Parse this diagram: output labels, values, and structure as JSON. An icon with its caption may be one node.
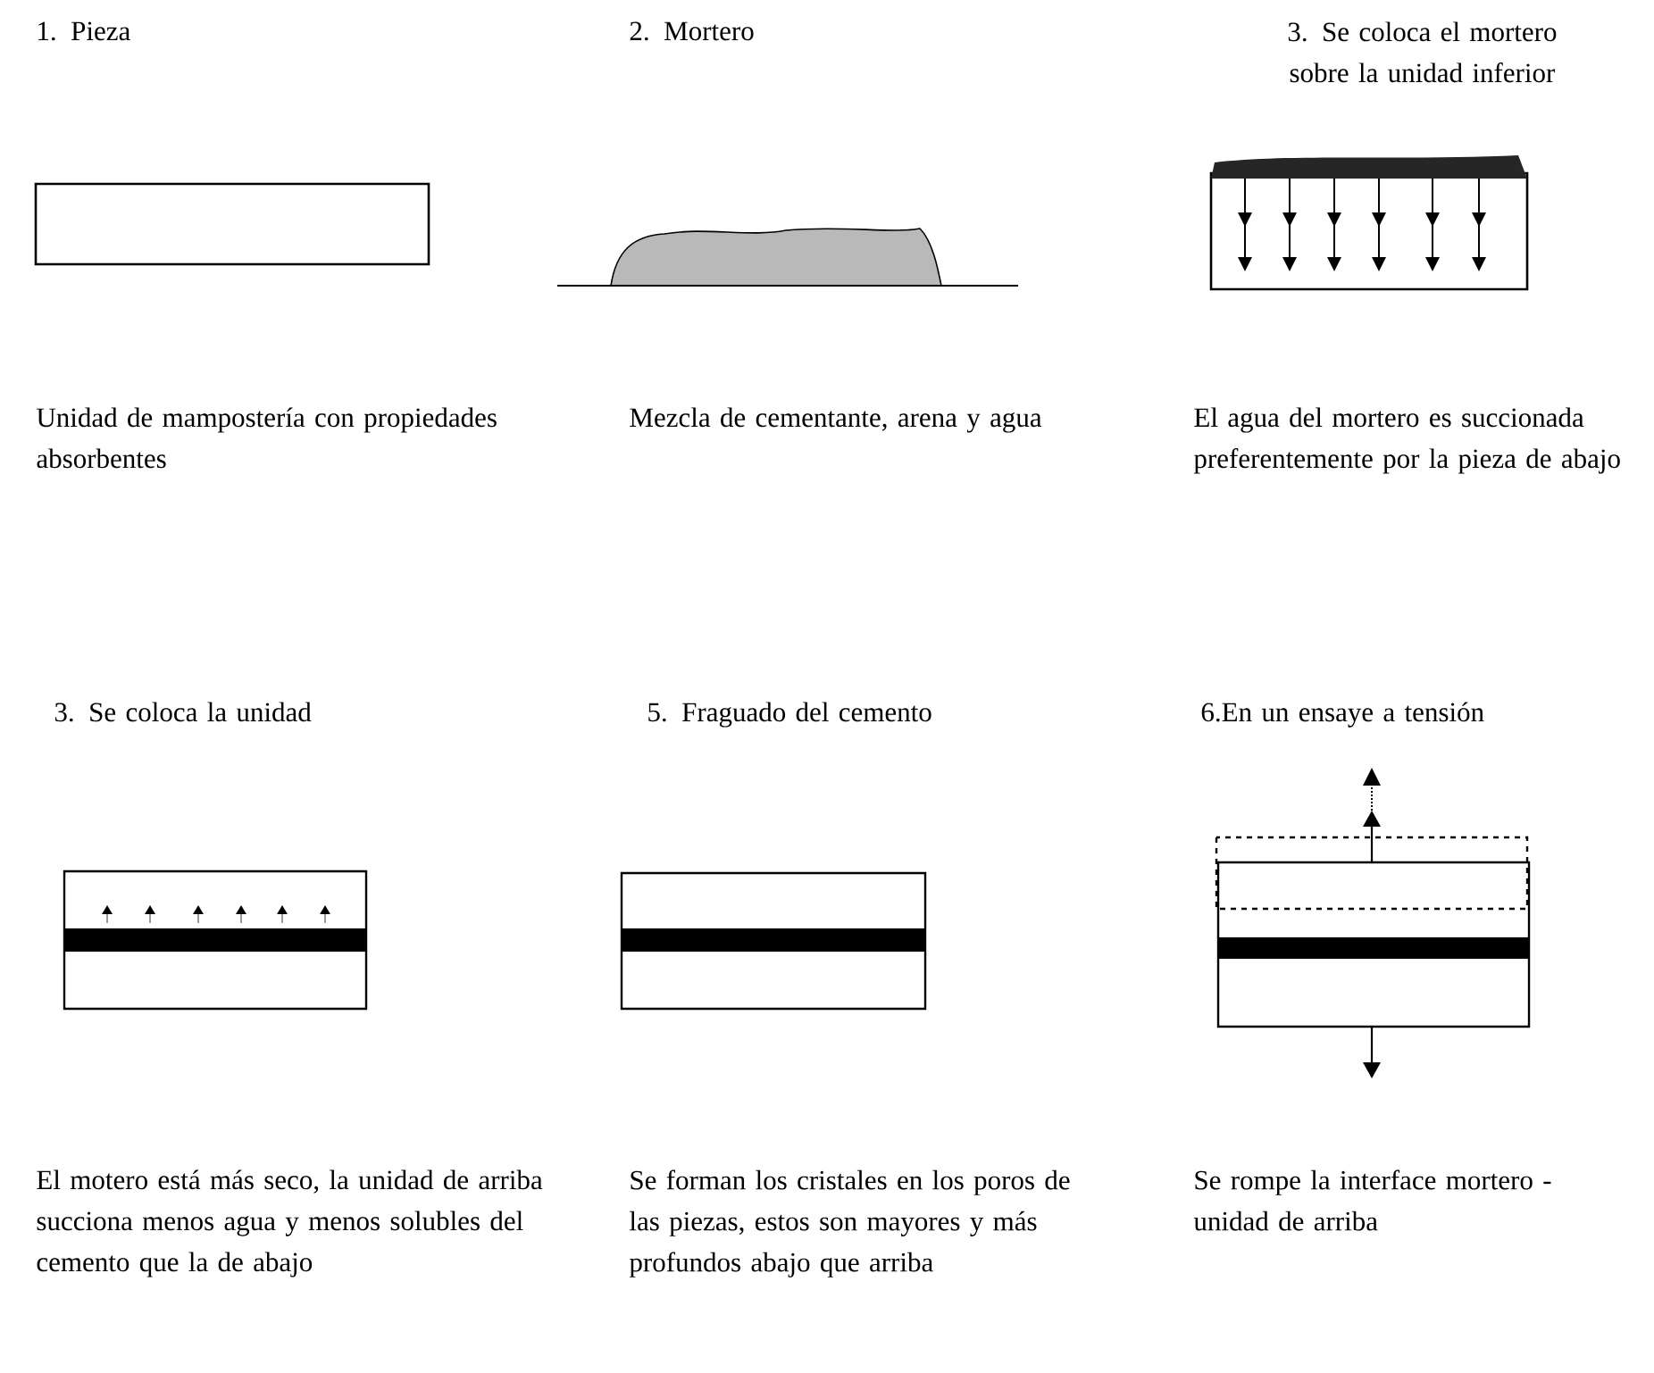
{
  "diagram": {
    "labels": [
      "1. Pieza",
      "2. Mortero",
      "3. Se coloca el mortero sobre la unidad inferior",
      "Unidad de mampostería con propiedades absorbentes",
      "Mezcla de cementante, arena y agua",
      "El agua del mortero es succionada preferentemente por la pieza de abajo",
      "3. Se coloca la unidad",
      "5. Fraguado del cemento",
      "6.En un ensaye a tensión",
      "El motero está más seco, la unidad de arriba succiona menos agua y menos solubles del cemento que la de abajo",
      "Se forman los cristales en los poros de las piezas, estos son mayores y más profundos abajo que arriba",
      "Se rompe la interface mortero - unidad de arriba"
    ]
  }
}
